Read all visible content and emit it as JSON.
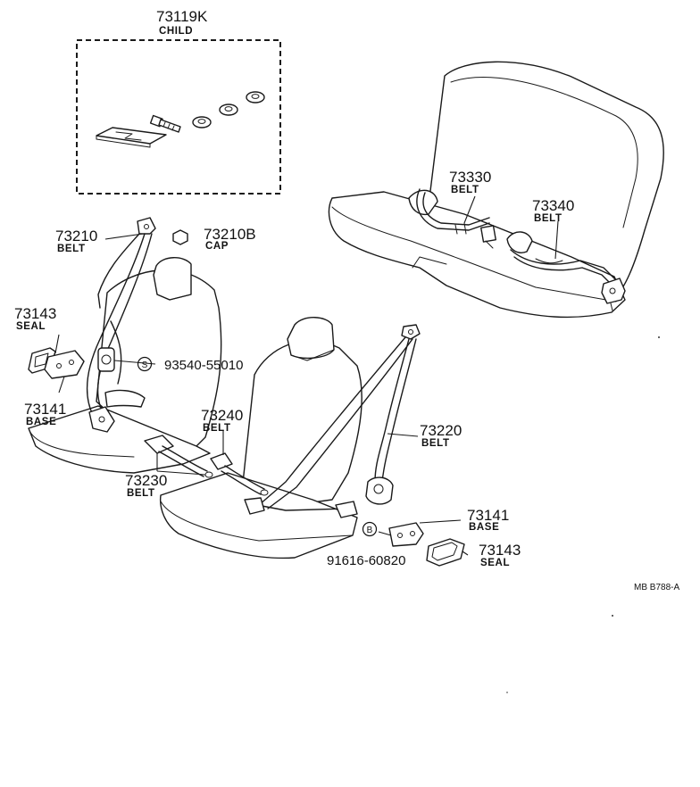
{
  "callouts": {
    "child_kit": {
      "number": "73119K",
      "name": "CHILD"
    },
    "front_belt_outer": {
      "number": "73210",
      "name": "BELT"
    },
    "cap": {
      "number": "73210B",
      "name": "CAP"
    },
    "seal_left": {
      "number": "73143",
      "name": "SEAL"
    },
    "base_left": {
      "number": "73141",
      "name": "BASE"
    },
    "bolt_s": {
      "symbol": "S",
      "number": "93540-55010"
    },
    "belt_73240": {
      "number": "73240",
      "name": "BELT"
    },
    "belt_73230": {
      "number": "73230",
      "name": "BELT"
    },
    "belt_73220": {
      "number": "73220",
      "name": "BELT"
    },
    "rear_belt_73330": {
      "number": "73330",
      "name": "BELT"
    },
    "rear_belt_73340": {
      "number": "73340",
      "name": "BELT"
    },
    "base_right": {
      "number": "73141",
      "name": "BASE"
    },
    "seal_right": {
      "number": "73143",
      "name": "SEAL"
    },
    "bolt_b": {
      "symbol": "B",
      "number": "91616-60820"
    }
  },
  "drawing_code": "MB  B788-A"
}
